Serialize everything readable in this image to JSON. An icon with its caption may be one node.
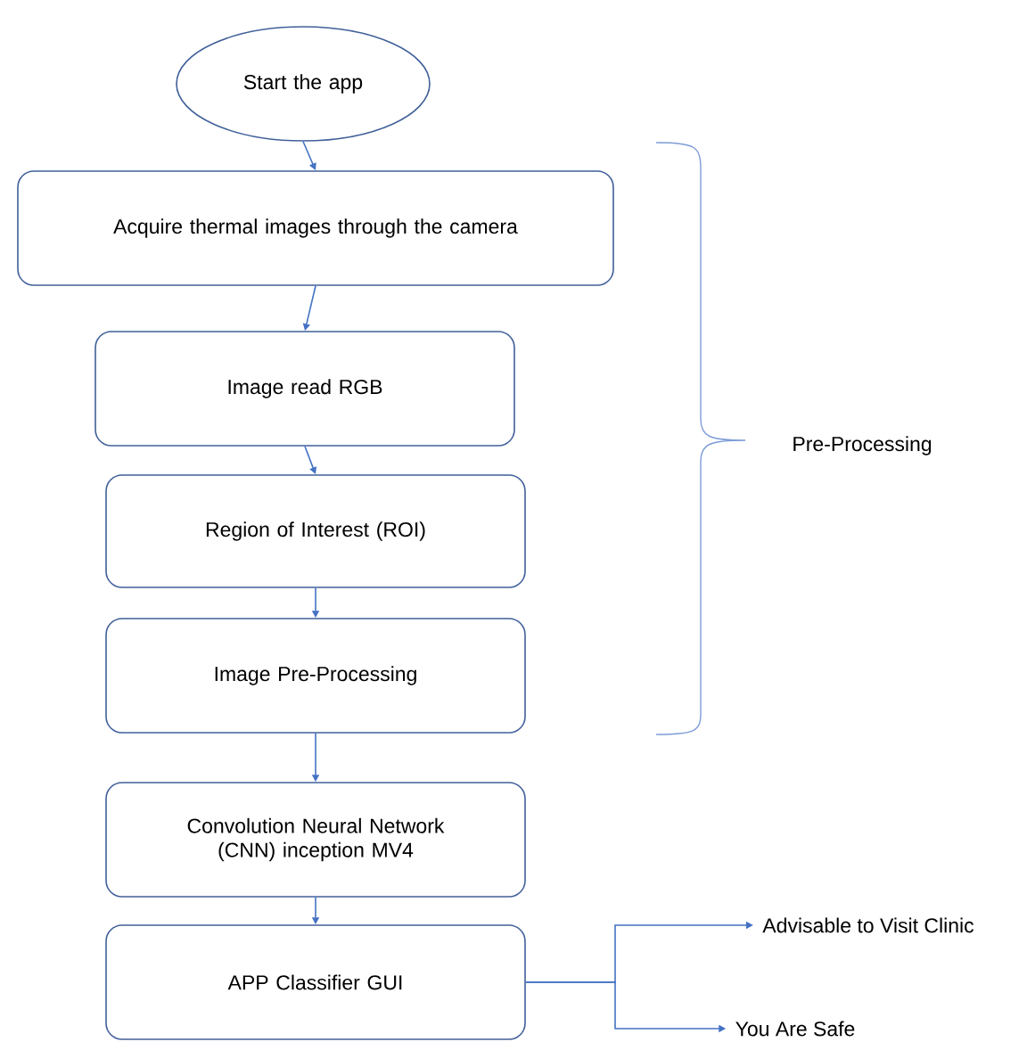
{
  "diagram": {
    "nodes": [
      {
        "text": [
          "Start the app"
        ]
      },
      {
        "text": [
          "Acquire thermal images through the camera"
        ]
      },
      {
        "text": [
          "Image read RGB"
        ]
      },
      {
        "text": [
          "Region of Interest (ROI)"
        ]
      },
      {
        "text": [
          "Image Pre-Processing"
        ]
      },
      {
        "text": [
          "Convolution Neural Network (CNN) inception MV4"
        ]
      },
      {
        "text": [
          "APP Classifier GUI"
        ]
      },
      {
        "text": [
          "Advisable to Visit Clinic"
        ]
      },
      {
        "text": [
          "You Are Safe"
        ]
      }
    ],
    "edges": [
      {
        "from": 0,
        "to": 1,
        "arrow": "to"
      },
      {
        "from": 1,
        "to": 2,
        "arrow": "to"
      },
      {
        "from": 2,
        "to": 3,
        "arrow": "to"
      },
      {
        "from": 3,
        "to": 4,
        "arrow": "to"
      },
      {
        "from": 4,
        "to": 5,
        "arrow": "to"
      },
      {
        "from": 5,
        "to": 6,
        "arrow": "to"
      },
      {
        "from": 6,
        "to": 7,
        "arrow": "to"
      },
      {
        "from": 6,
        "to": 8,
        "arrow": "to"
      }
    ],
    "labels": [
      "Pre-Processing"
    ]
  }
}
